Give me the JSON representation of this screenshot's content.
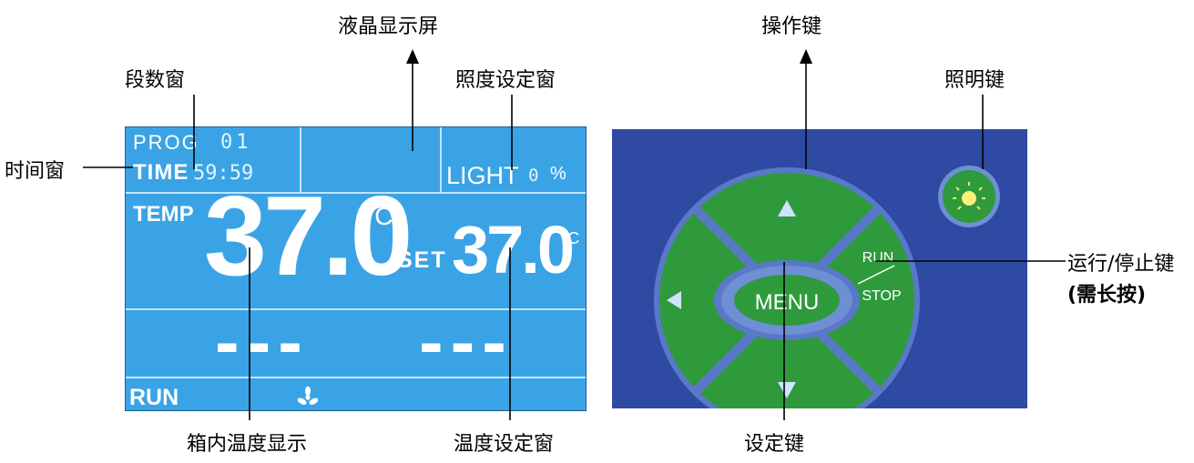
{
  "labels": {
    "lcd_screen": "液晶显示屏",
    "segment_window": "段数窗",
    "illuminance_window": "照度设定窗",
    "time_window": "时间窗",
    "cabinet_temp": "箱内温度显示",
    "temp_set_window": "温度设定窗",
    "operation_keys": "操作键",
    "light_key": "照明键",
    "run_stop_key": "运行/停止键",
    "long_press": "(需长按)",
    "set_key": "设定键"
  },
  "lcd": {
    "prog_label": "PROG",
    "prog_value": "01",
    "time_label": "TIME",
    "time_value": "59:59",
    "light_label": "LIGHT",
    "light_value": "0",
    "light_unit": "%",
    "temp_label": "TEMP",
    "temp_value": "37.0",
    "temp_unit": "°C",
    "set_label": "SET",
    "set_value": "37.0",
    "set_unit": "°C",
    "dash_left": "---",
    "dash_right": "---",
    "run_label": "RUN"
  },
  "keypad": {
    "menu_label": "MENU",
    "run_label": "RUN",
    "stop_label": "STOP"
  },
  "colors": {
    "lcd_bg": "#3aa3e6",
    "key_green": "#2e9a3c",
    "panel_bg": "#2f4aa3"
  }
}
